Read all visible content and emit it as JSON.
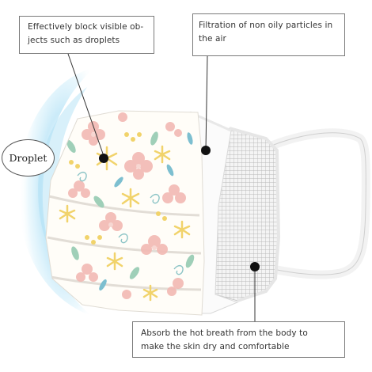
{
  "callouts": {
    "top_left": {
      "line1": "Effectively block visible ob-",
      "line2": "jects such as droplets"
    },
    "top_right": {
      "line1": "Filtration of non oily particles in",
      "line2": "the air"
    },
    "bottom": {
      "line1": "Absorb the hot breath from the body to",
      "line2": "make the skin dry and comfortable"
    }
  },
  "badge": {
    "label": "Droplet"
  },
  "colors": {
    "mist_blue": "#8fd3f0",
    "petal_pink": "#f2b9b3",
    "star_yellow": "#f1d36b",
    "leaf_green": "#9fcfb8",
    "leaf_teal": "#7dbfd0",
    "mesh_gray": "#d8d8d8"
  },
  "icons": [
    "black-circle-marker-icon"
  ]
}
